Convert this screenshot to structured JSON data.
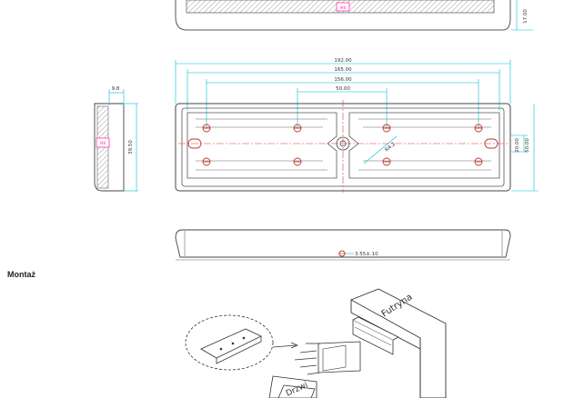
{
  "drawing": {
    "top_view": {
      "height_dim": "17.00",
      "mark": "M8"
    },
    "main_view": {
      "dims": [
        "192.00",
        "165.00",
        "156.00",
        "50.00"
      ],
      "right_dims": [
        "20.00",
        "50.00"
      ],
      "slot_label": "R4.2"
    },
    "side_view": {
      "width_dim": "9.8",
      "height_dim": "39.50",
      "mark": "M8"
    },
    "bottom_view": {
      "hole_dim": "3.55±.10"
    }
  },
  "section": {
    "heading": "Montaż"
  },
  "install": {
    "frame_label": "Futryna",
    "door_label": "Drzwi"
  }
}
